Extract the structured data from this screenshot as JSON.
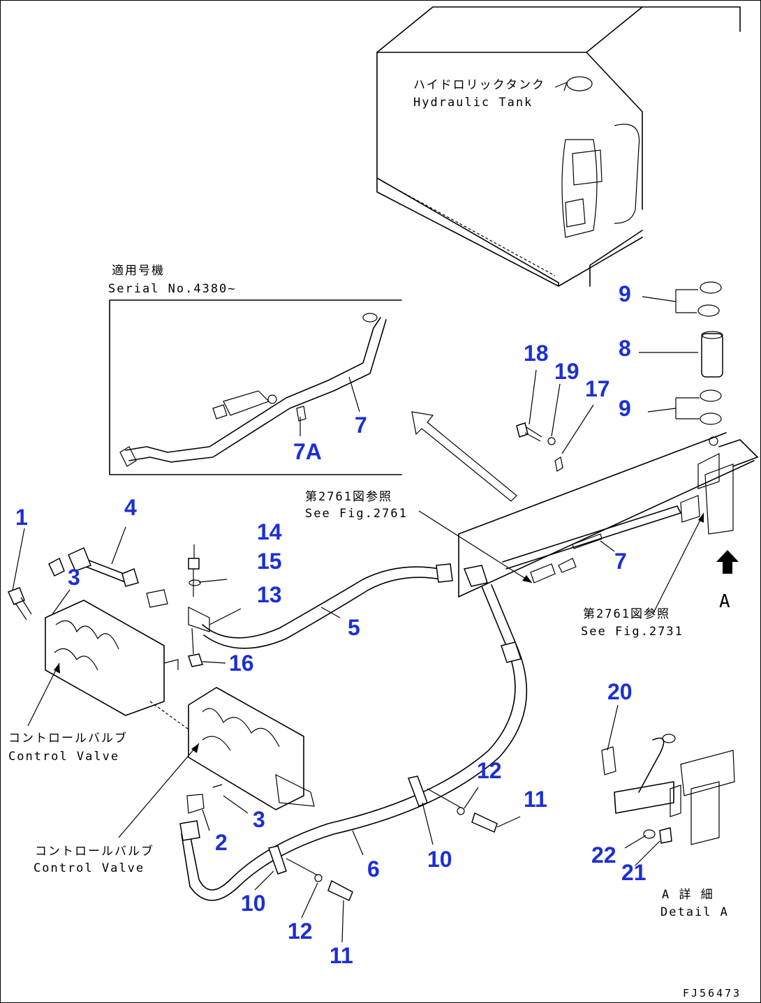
{
  "labels": {
    "tank_jp": "ハイドロリックタンク",
    "tank_en": "Hydraulic Tank",
    "serial_jp": "適用号機",
    "serial_en": "Serial No.4380~",
    "see_fig1_jp": "第2761図参照",
    "see_fig1_en": "See Fig.2761",
    "see_fig2_jp": "第2761図参照",
    "see_fig2_en": "See Fig.2731",
    "cv1_jp": "コントロールバルブ",
    "cv1_en": "Control Valve",
    "cv2_jp": "コントロールバルブ",
    "cv2_en": "Control Valve",
    "detail_jp": "A 詳 細",
    "detail_en": "Detail A",
    "view_a": "A",
    "drawing_code": "FJ56473"
  },
  "callouts": {
    "c1": "1",
    "c2": "2",
    "c3a": "3",
    "c3b": "3",
    "c4": "4",
    "c5": "5",
    "c6": "6",
    "c7a": "7",
    "c7b": "7",
    "c7A": "7A",
    "c8": "8",
    "c9a": "9",
    "c9b": "9",
    "c10a": "10",
    "c10b": "10",
    "c11a": "11",
    "c11b": "11",
    "c12a": "12",
    "c12b": "12",
    "c13": "13",
    "c14": "14",
    "c15": "15",
    "c16": "16",
    "c17": "17",
    "c18": "18",
    "c19": "19",
    "c20": "20",
    "c21": "21",
    "c22": "22"
  },
  "colors": {
    "callout": "#1a2fd6",
    "line": "#000000",
    "background": "#ffffff"
  }
}
